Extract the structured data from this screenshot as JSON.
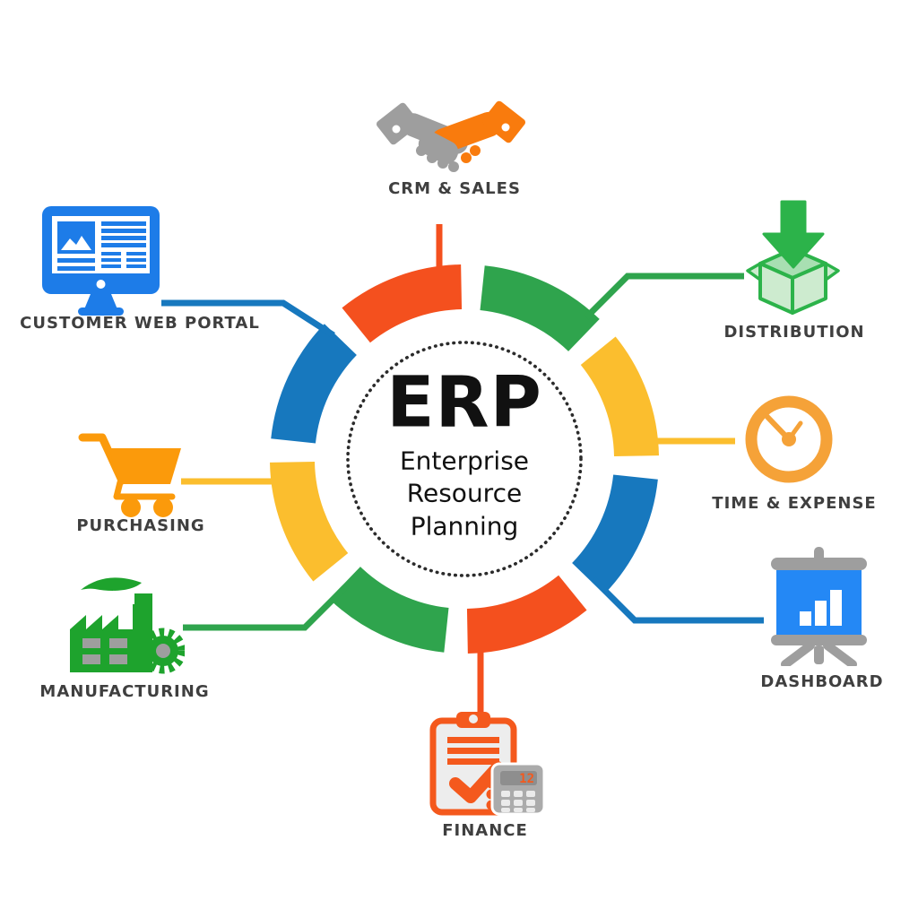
{
  "palette": {
    "arc_red": "#F4501E",
    "arc_green": "#2FA44D",
    "arc_yellow": "#FBBE2E",
    "arc_blue": "#1778BE",
    "label_text": "#3F3F3F",
    "center_text": "#111111",
    "monitor_blue": "#1D7CE8",
    "box_green": "#2CB34A",
    "box_green_light": "#CDEBCF",
    "box_green_mid": "#A8DFB2",
    "clock_orange": "#F5A238",
    "easel_gray": "#9E9E9E",
    "easel_blue": "#2488F5",
    "clipboard_orange": "#F4591D",
    "clipboard_fill": "#EDEDED",
    "calc_gray": "#ABABAB",
    "calc_display": "#8E8E8E",
    "calc_button": "#EBEBEB",
    "factory_green": "#1EA32D",
    "window_gray": "#9E9E9E",
    "cart_orange": "#FB9A0B",
    "handshake_gray": "#9E9E9E",
    "handshake_orange": "#F97B0D"
  },
  "center": {
    "acronym": "ERP",
    "subtitle": "Enterprise Resource Planning"
  },
  "nodes": {
    "crm_sales": {
      "label": "CRM & SALES"
    },
    "distribution": {
      "label": "DISTRIBUTION"
    },
    "time_expense": {
      "label": "TIME & EXPENSE"
    },
    "dashboard": {
      "label": "DASHBOARD"
    },
    "finance": {
      "label": "FINANCE"
    },
    "manufacturing": {
      "label": "MANUFACTURING"
    },
    "purchasing": {
      "label": "PURCHASING"
    },
    "customer_web_portal": {
      "label": "CUSTOMER WEB PORTAL"
    }
  },
  "calculator": {
    "display": "12"
  }
}
